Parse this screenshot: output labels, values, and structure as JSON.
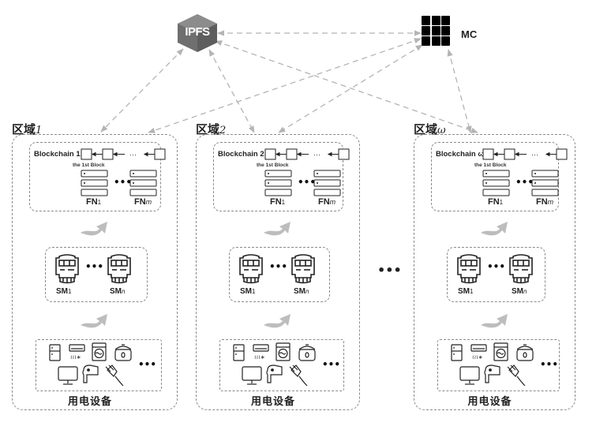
{
  "diagram": {
    "hub_nodes": {
      "ipfs": {
        "label": "IPFS",
        "icon": "hexagon-cube-icon",
        "color": "#6f6f6f"
      },
      "mc": {
        "label": "MC",
        "icon": "grid-3x3-icon",
        "color": "#000000"
      }
    },
    "regions": [
      {
        "title_prefix": "区域",
        "title_index": "1",
        "blockchain_label": "Blockchain 1",
        "first_block_label": "the 1st Block",
        "chain_ellipsis": "···",
        "fn_first": {
          "name": "FN",
          "sub": "1"
        },
        "fn_last": {
          "name": "FN",
          "sub": "m"
        },
        "fn_ellipsis": "•••",
        "sm_first": {
          "name": "SM",
          "sub": "1"
        },
        "sm_last": {
          "name": "SM",
          "sub": "n"
        },
        "sm_ellipsis": "•••",
        "devices_label": "用电设备",
        "devices_ellipsis": "•••",
        "devices": [
          "refrigerator-icon",
          "air-conditioner-icon",
          "washing-machine-icon",
          "rice-cooker-icon",
          "tv-monitor-icon",
          "hair-dryer-icon",
          "power-plug-icon"
        ]
      },
      {
        "title_prefix": "区域",
        "title_index": "2",
        "blockchain_label": "Blockchain 2",
        "first_block_label": "the 1st Block",
        "chain_ellipsis": "···",
        "fn_first": {
          "name": "FN",
          "sub": "1"
        },
        "fn_last": {
          "name": "FN",
          "sub": "m"
        },
        "fn_ellipsis": "•••",
        "sm_first": {
          "name": "SM",
          "sub": "1"
        },
        "sm_last": {
          "name": "SM",
          "sub": "n"
        },
        "sm_ellipsis": "•••",
        "devices_label": "用电设备",
        "devices_ellipsis": "•••",
        "devices": [
          "refrigerator-icon",
          "air-conditioner-icon",
          "washing-machine-icon",
          "rice-cooker-icon",
          "tv-monitor-icon",
          "hair-dryer-icon",
          "power-plug-icon"
        ]
      },
      {
        "title_prefix": "区域",
        "title_index": "ω",
        "blockchain_label": "Blockchain ω",
        "first_block_label": "the 1st Block",
        "chain_ellipsis": "···",
        "fn_first": {
          "name": "FN",
          "sub": "1"
        },
        "fn_last": {
          "name": "FN",
          "sub": "m"
        },
        "fn_ellipsis": "•••",
        "sm_first": {
          "name": "SM",
          "sub": "1"
        },
        "sm_last": {
          "name": "SM",
          "sub": "n"
        },
        "sm_ellipsis": "•••",
        "devices_label": "用电设备",
        "devices_ellipsis": "•••",
        "devices": [
          "refrigerator-icon",
          "air-conditioner-icon",
          "washing-machine-icon",
          "rice-cooker-icon",
          "tv-monitor-icon",
          "hair-dryer-icon",
          "power-plug-icon"
        ]
      }
    ],
    "between_regions_ellipsis": "•••",
    "connections": [
      {
        "from": "ipfs",
        "to": "mc",
        "style": "dashed",
        "arrows": "both"
      },
      {
        "from": "ipfs",
        "to": "region-1",
        "style": "dashed",
        "arrows": "both"
      },
      {
        "from": "ipfs",
        "to": "region-2",
        "style": "dashed",
        "arrows": "both"
      },
      {
        "from": "ipfs",
        "to": "region-ω",
        "style": "dashed",
        "arrows": "both"
      },
      {
        "from": "mc",
        "to": "region-1",
        "style": "dashed",
        "arrows": "both"
      },
      {
        "from": "mc",
        "to": "region-2",
        "style": "dashed",
        "arrows": "both"
      },
      {
        "from": "mc",
        "to": "region-ω",
        "style": "dashed",
        "arrows": "both"
      }
    ],
    "colors": {
      "wire": "#b4b4b4",
      "flow_arrow": "#bdbdbd",
      "border": "#8a8a8a"
    }
  }
}
